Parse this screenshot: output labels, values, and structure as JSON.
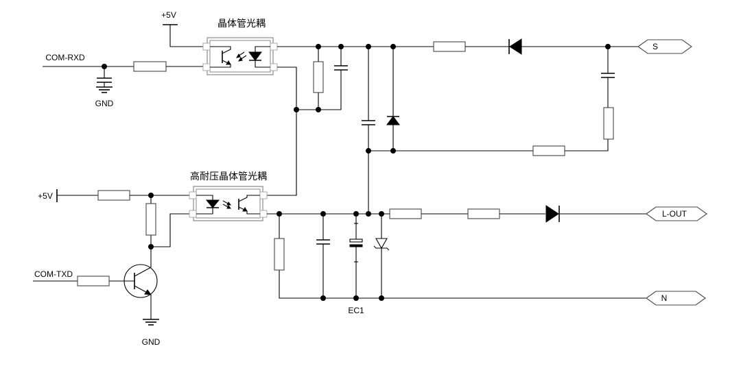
{
  "labels": {
    "top_5v": "+5V",
    "opto1_title": "晶体管光耦",
    "com_rxd": "COM-RXD",
    "gnd_top": "GND",
    "opto2_title": "高耐压晶体管光耦",
    "left_5v": "+5V",
    "com_txd": "COM-TXD",
    "gnd_bottom": "GND",
    "ec1": "EC1"
  },
  "connectors": {
    "s": "S",
    "l_out": "L-OUT",
    "n": "N"
  }
}
